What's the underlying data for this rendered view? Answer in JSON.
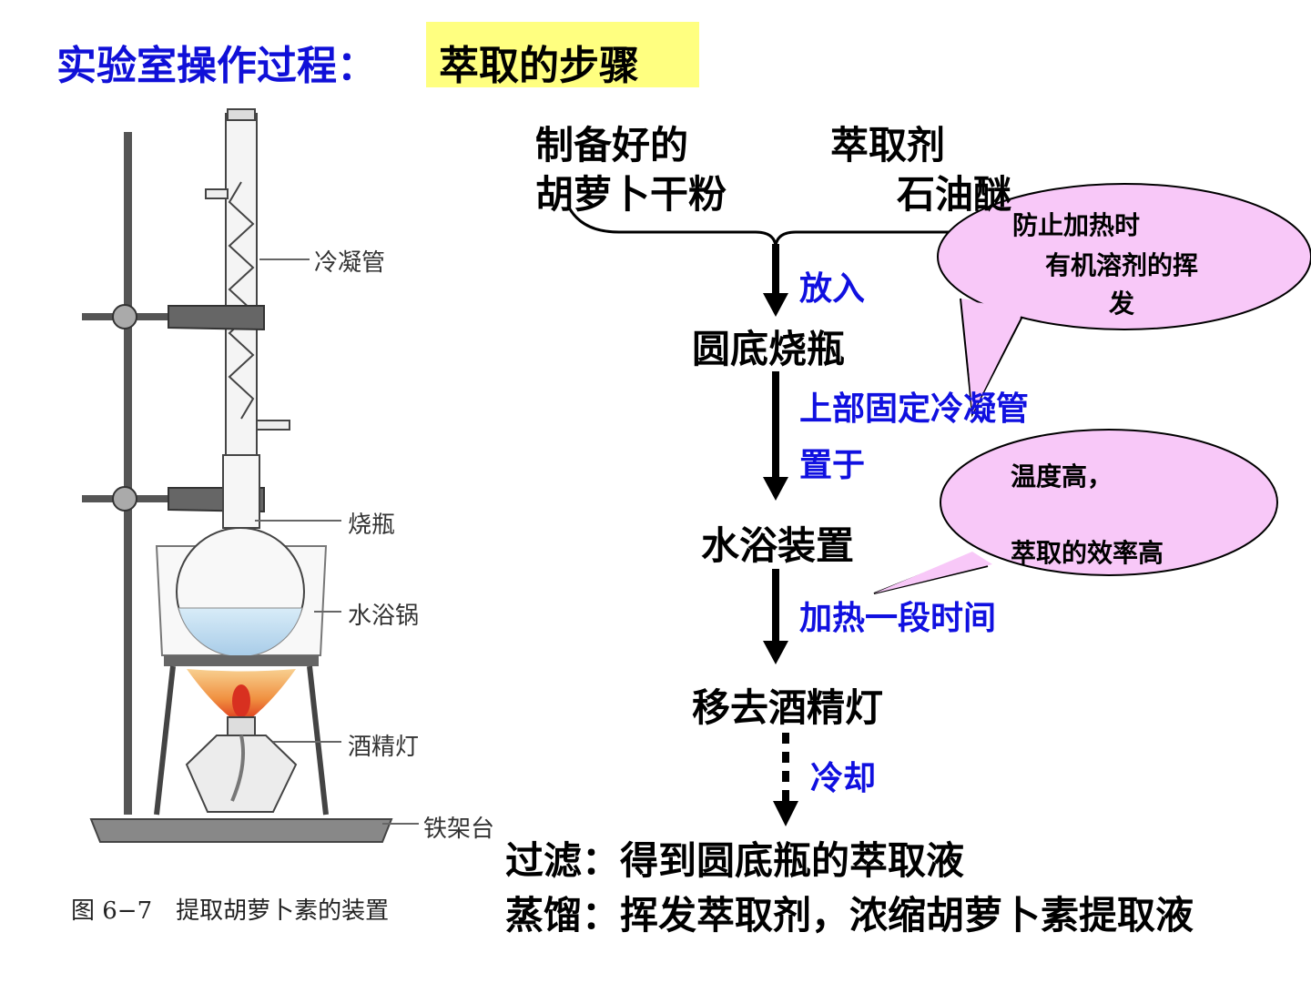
{
  "title": {
    "left": "实验室操作过程：",
    "right": "萃取的步骤"
  },
  "apparatus": {
    "labels": {
      "condenser": "冷凝管",
      "flask": "烧瓶",
      "water_bath": "水浴锅",
      "lamp": "酒精灯",
      "stand": "铁架台"
    },
    "caption": "图 6−7　提取胡萝卜素的装置"
  },
  "flow": {
    "input_left": [
      "制备好的",
      "胡萝卜干粉"
    ],
    "input_right": [
      "萃取剂",
      "石油醚"
    ],
    "step1_action": "放入",
    "step1": "圆底烧瓶",
    "step2_action": "上部固定冷凝管",
    "step2_action_b": "置于",
    "step2": "水浴装置",
    "step3_action": "加热一段时间",
    "step3": "移去酒精灯",
    "step4_action": "冷却",
    "result1": "过滤：得到圆底瓶的萃取液",
    "result2": "蒸馏：挥发萃取剂，浓缩胡萝卜素提取液"
  },
  "bubbles": {
    "bubble1": [
      "防止加热时",
      "有机溶剂的挥",
      "发"
    ],
    "bubble2": [
      "温度高，",
      "萃取的效率高"
    ]
  },
  "colors": {
    "title_blue": "#1010d8",
    "highlight": "#ffff80",
    "bubble_fill": "#f8c8f8",
    "action_blue": "#1010e0"
  }
}
